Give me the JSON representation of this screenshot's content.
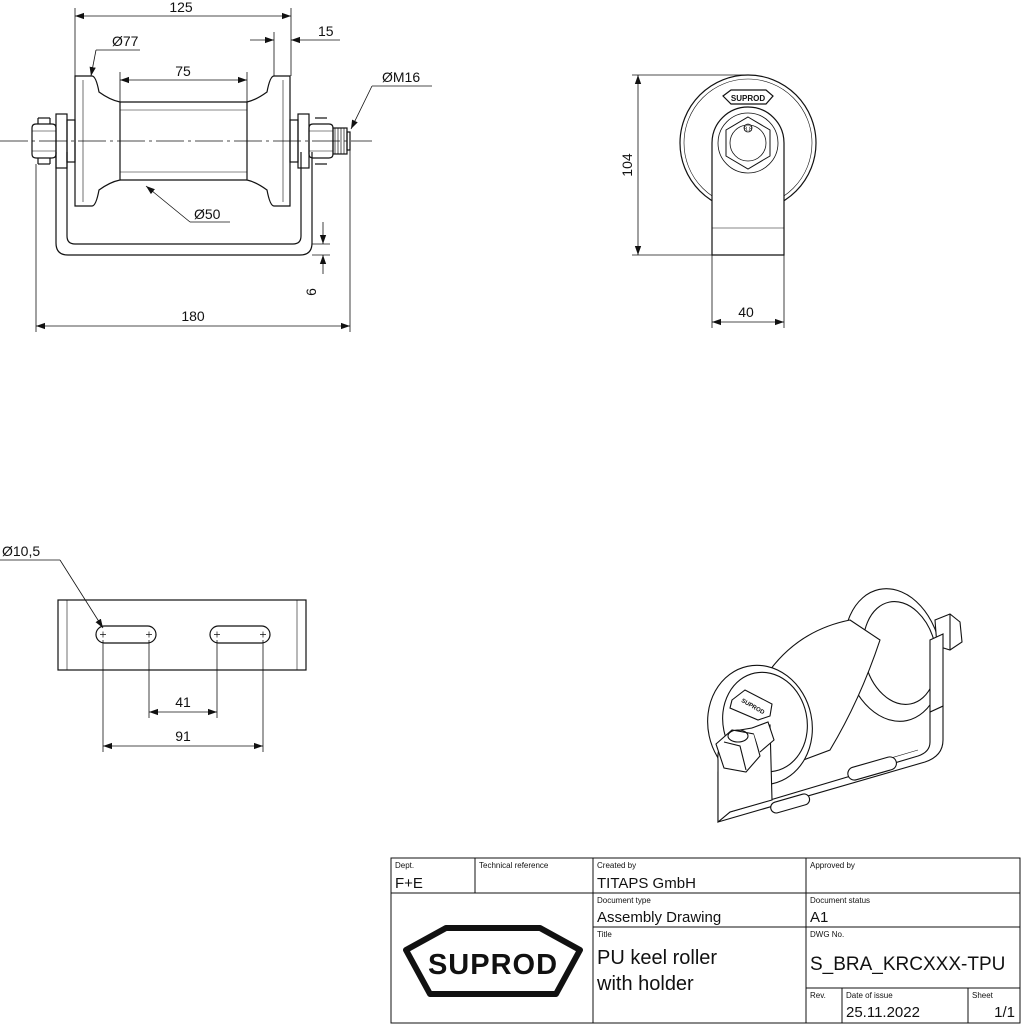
{
  "dimensions": {
    "top_width": "125",
    "flange_diameter": "Ø77",
    "collar_width": "15",
    "thread": "ØM16",
    "core_length": "75",
    "core_diameter": "Ø50",
    "plate_thickness": "6",
    "overall_width": "180",
    "side_height": "104",
    "side_width": "40",
    "slot_diameter": "Ø10,5",
    "slot_spacing": "41",
    "slot_span": "91"
  },
  "logo": {
    "text": "SUPROD"
  },
  "title_block": {
    "dept_label": "Dept.",
    "dept_value": "F+E",
    "tech_ref_label": "Technical reference",
    "created_by_label": "Created by",
    "created_by_value": "TITAPS GmbH",
    "approved_by_label": "Approved by",
    "doc_type_label": "Document type",
    "doc_type_value": "Assembly Drawing",
    "doc_status_label": "Document status",
    "doc_status_value": "A1",
    "title_label": "Title",
    "title_line1": "PU keel roller",
    "title_line2": "with holder",
    "dwg_label": "DWG No.",
    "dwg_value": "S_BRA_KRCXXX-TPU",
    "rev_label": "Rev.",
    "date_label": "Date of issue",
    "date_value": "25.11.2022",
    "sheet_label": "Sheet",
    "sheet_value": "1/1"
  }
}
